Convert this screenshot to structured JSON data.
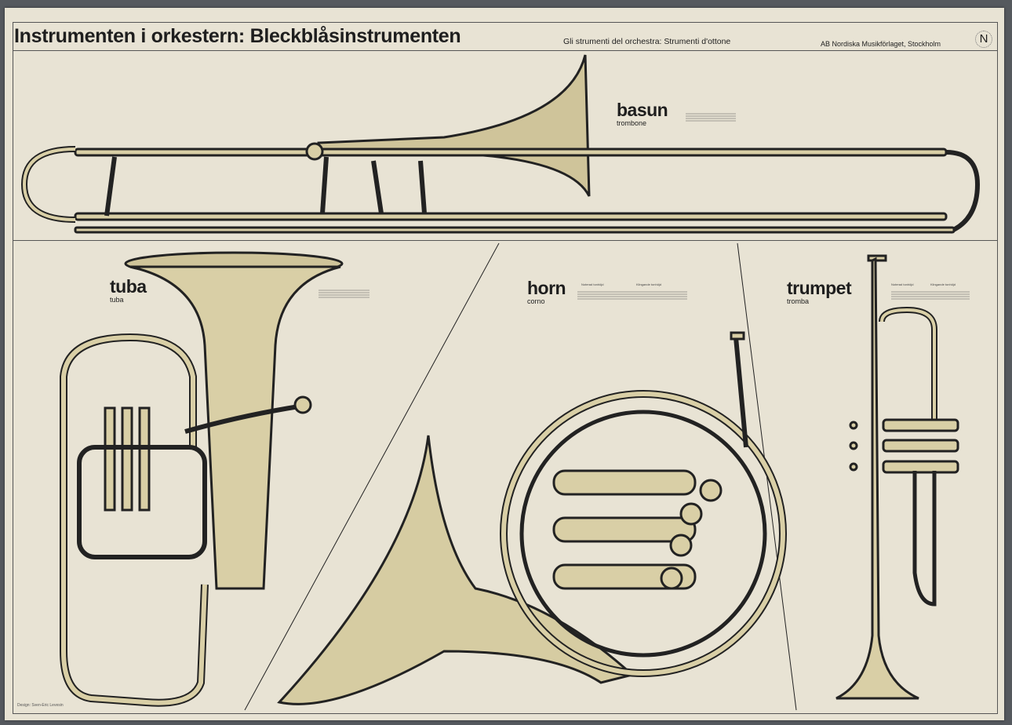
{
  "header": {
    "title": "Instrumenten i orkestern: Bleckblåsinstrumenten",
    "subtitle": "Gli strumenti del orchestra: Strumenti d'ottone",
    "publisher": "AB Nordiska Musikförlaget, Stockholm",
    "logo_letter": "N"
  },
  "instruments": [
    {
      "name": "basun",
      "translation": "trombone"
    },
    {
      "name": "tuba",
      "translation": "tuba"
    },
    {
      "name": "horn",
      "translation": "corno",
      "range_labels": [
        "Noterad tonhöjd",
        "Klingande tonhöjd"
      ]
    },
    {
      "name": "trumpet",
      "translation": "tromba",
      "range_labels": [
        "Noterad tonhöjd",
        "Klingande tonhöjd"
      ]
    }
  ],
  "footer": {
    "credit": "Design: Sven-Eric Levesin"
  },
  "colors": {
    "paper": "#e8e3d4",
    "ink": "#1e1e1e",
    "brass": "#d9cfa6",
    "background": "#55595e"
  }
}
